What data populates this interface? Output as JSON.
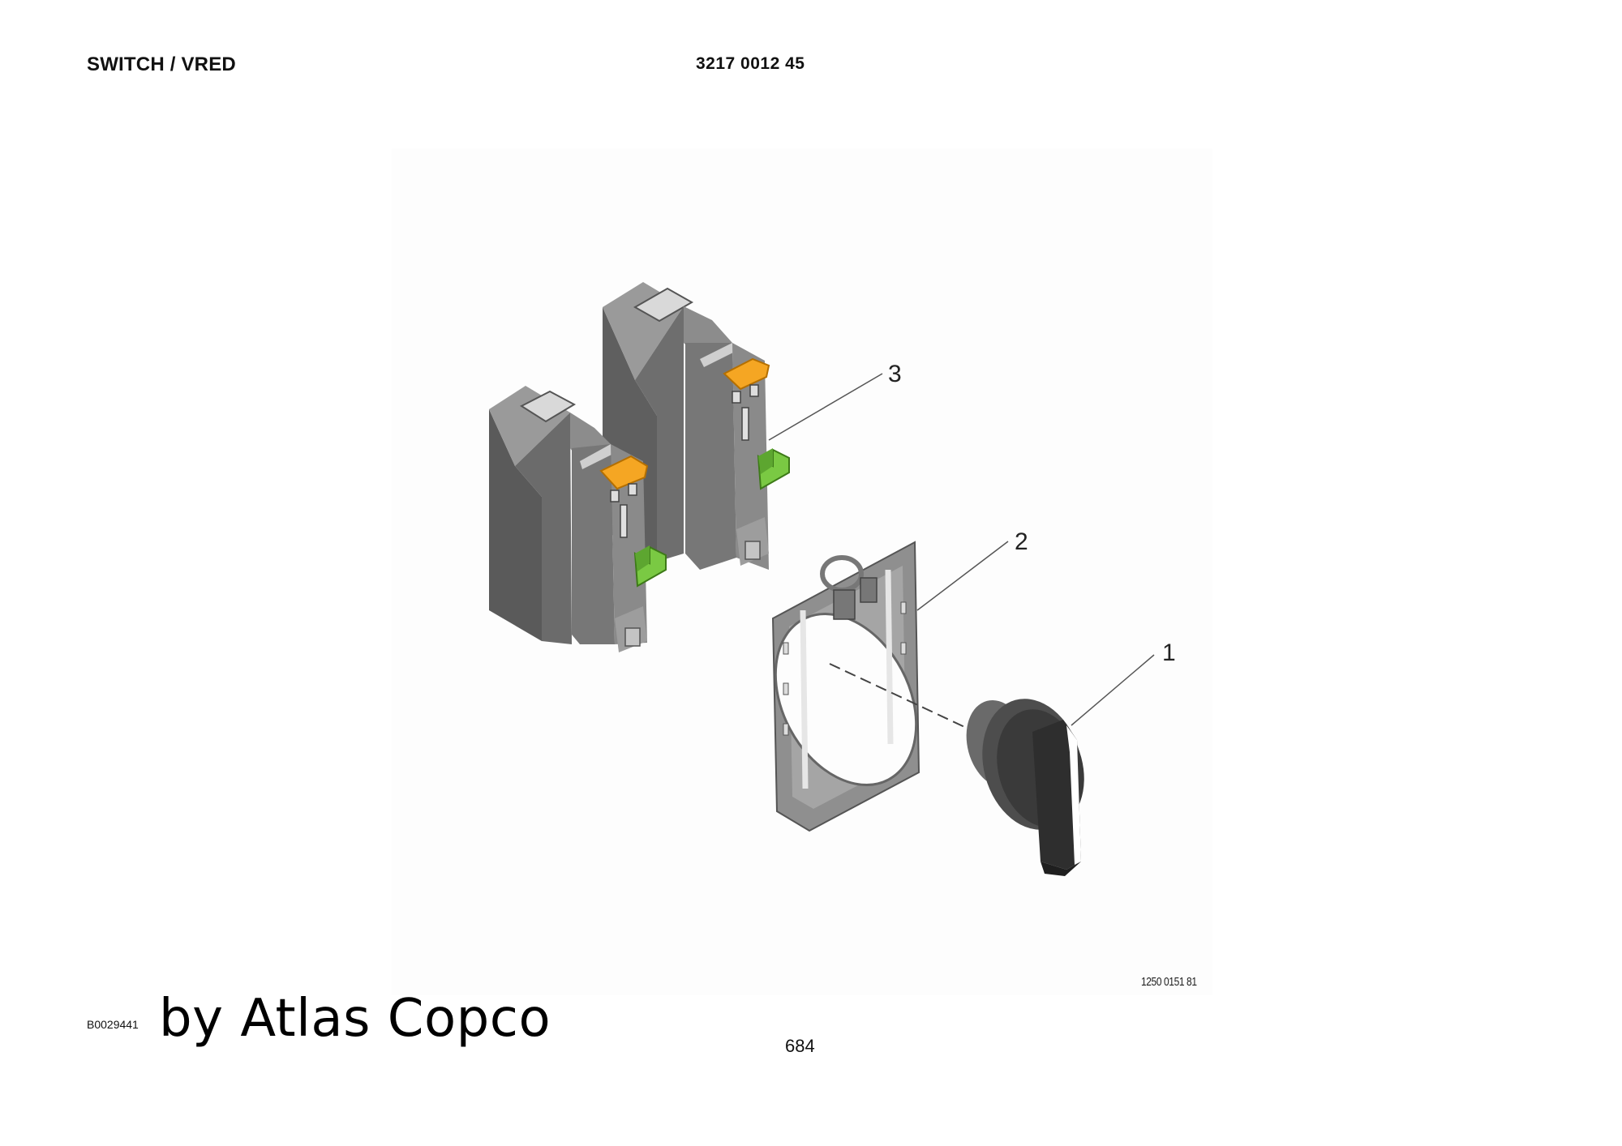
{
  "header": {
    "title": "SWITCH / VRED",
    "part_number": "3217 0012 45"
  },
  "figure": {
    "callouts": [
      "3",
      "2",
      "1"
    ],
    "drawing_number": "1250 0151 81"
  },
  "footer": {
    "doc_code": "B0029441",
    "brand": "by Atlas Copco",
    "page_number": "684"
  },
  "colors": {
    "block_gray": "#7d7d7d",
    "block_dark": "#5f5f5f",
    "block_light": "#a8a8a8",
    "clip_orange": "#f5a623",
    "lever_green": "#7ac943",
    "knob_dark": "#3a3a3a"
  }
}
